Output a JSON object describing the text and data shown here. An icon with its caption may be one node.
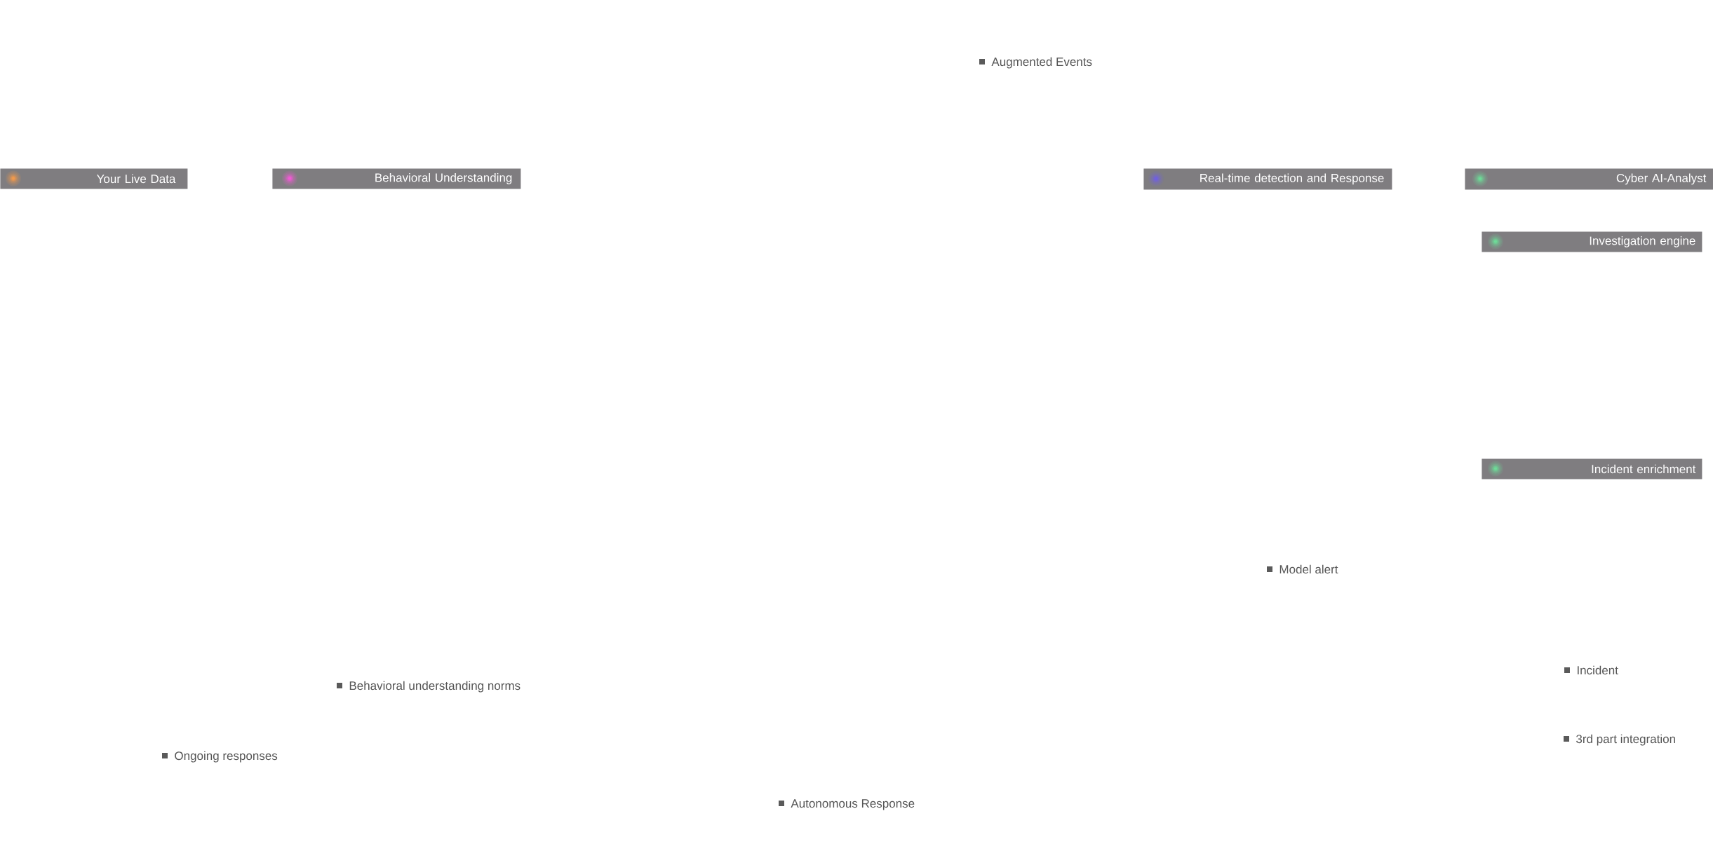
{
  "diagram": {
    "nodes": [
      {
        "text": [
          "Your Live Data"
        ]
      },
      {
        "text": [
          "Behavioral Understanding"
        ]
      },
      {
        "text": [
          "Real-time detection and Response"
        ]
      },
      {
        "text": [
          "Cyber AI-Analyst"
        ]
      },
      {
        "text": [
          "Investigation engine"
        ]
      },
      {
        "text": [
          "Incident enrichment"
        ]
      }
    ],
    "labels": [
      "Augmented Events",
      "Model alert",
      "Incident",
      "Behavioral understanding norms",
      "3rd part integration",
      "Ongoing responses",
      "Autonomous Response"
    ]
  }
}
